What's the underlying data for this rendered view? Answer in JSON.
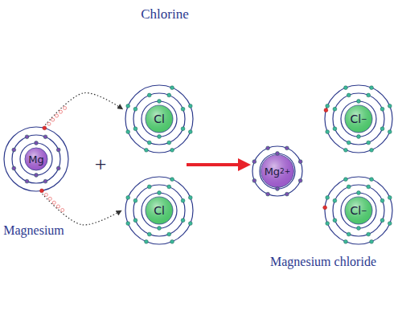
{
  "diagram": {
    "nodes": [
      {
        "text": [
          "Mg"
        ]
      },
      {
        "text": [
          "Cl"
        ]
      },
      {
        "text": [
          "Cl"
        ]
      },
      {
        "text": [
          "Mg",
          "2+"
        ]
      },
      {
        "text": [
          "Cl",
          "−"
        ]
      },
      {
        "text": [
          "Cl",
          "−"
        ]
      }
    ],
    "edges": [
      {
        "from": 0,
        "to": 1,
        "arrow": "to"
      },
      {
        "from": 0,
        "to": 2,
        "arrow": "to"
      }
    ],
    "labels": [
      "Chlorine",
      "Magnesium",
      "+",
      "Magnesium chloride"
    ]
  }
}
